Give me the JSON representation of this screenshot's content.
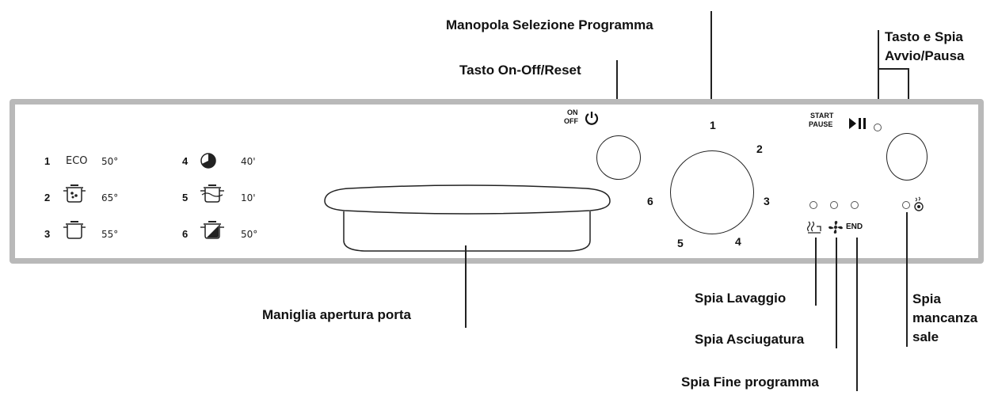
{
  "callouts": {
    "program_knob": "Manopola Selezione Programma",
    "on_off": "Tasto On-Off/Reset",
    "start_pause_line1": "Tasto e Spia",
    "start_pause_line2": "Avvio/Pausa",
    "door_handle": "Maniglia apertura porta",
    "wash_light": "Spia Lavaggio",
    "dry_light": "Spia Asciugatura",
    "end_light": "Spia Fine programma",
    "salt_line1": "Spia",
    "salt_line2": "mancanza",
    "salt_line3": "sale"
  },
  "programs": [
    {
      "num": "1",
      "label": "ECO",
      "temp": "50°",
      "icon": "eco-text"
    },
    {
      "num": "2",
      "label": "",
      "temp": "65°",
      "icon": "pot-heavy-icon"
    },
    {
      "num": "3",
      "label": "",
      "temp": "55°",
      "icon": "pot-normal-icon"
    },
    {
      "num": "4",
      "label": "",
      "temp": "40'",
      "icon": "quick-clock-icon"
    },
    {
      "num": "5",
      "label": "",
      "temp": "10'",
      "icon": "prewash-icon"
    },
    {
      "num": "6",
      "label": "",
      "temp": "50°",
      "icon": "half-load-icon"
    }
  ],
  "panel": {
    "on_label": "ON",
    "off_label": "OFF",
    "start_label": "START",
    "pause_label": "PAUSE",
    "end_label": "END",
    "dial_numbers": [
      "1",
      "2",
      "3",
      "4",
      "5",
      "6"
    ]
  }
}
